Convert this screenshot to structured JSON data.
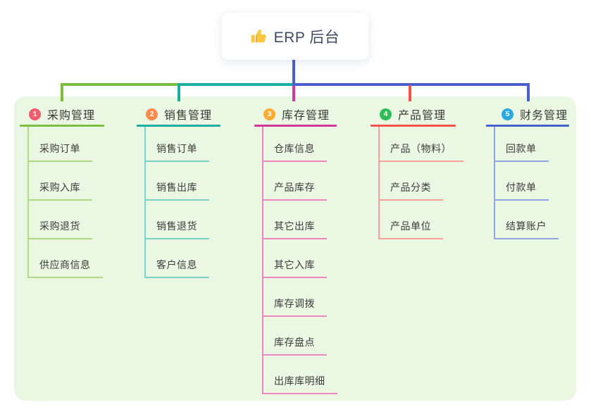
{
  "root": {
    "title": "ERP 后台",
    "icon": "thumbs-up-icon"
  },
  "colors": {
    "panel_background": "#e9f7e3",
    "root_connector": "#4a5fd1",
    "branch_lines": [
      "#7cbf3f",
      "#16afa2",
      "#d4359b",
      "#f4504c",
      "#4662cd"
    ],
    "branch_sub_lines": [
      "#abd984",
      "#7bd2c7",
      "#ef85c2",
      "#f8a09a",
      "#93a5e0"
    ],
    "badge_colors": [
      "#f25b6c",
      "#fb8a4c",
      "#ffac33",
      "#2ebd59",
      "#29a9e0"
    ]
  },
  "branches": [
    {
      "index": "1",
      "title": "采购管理",
      "items": [
        "采购订单",
        "采购入库",
        "采购退货",
        "供应商信息"
      ]
    },
    {
      "index": "2",
      "title": "销售管理",
      "items": [
        "销售订单",
        "销售出库",
        "销售退货",
        "客户信息"
      ]
    },
    {
      "index": "3",
      "title": "库存管理",
      "items": [
        "仓库信息",
        "产品库存",
        "其它出库",
        "其它入库",
        "库存调拨",
        "库存盘点",
        "出库库明细"
      ]
    },
    {
      "index": "4",
      "title": "产品管理",
      "items": [
        "产品（物料）",
        "产品分类",
        "产品单位"
      ]
    },
    {
      "index": "5",
      "title": "财务管理",
      "items": [
        "回款单",
        "付款单",
        "结算账户"
      ]
    }
  ]
}
